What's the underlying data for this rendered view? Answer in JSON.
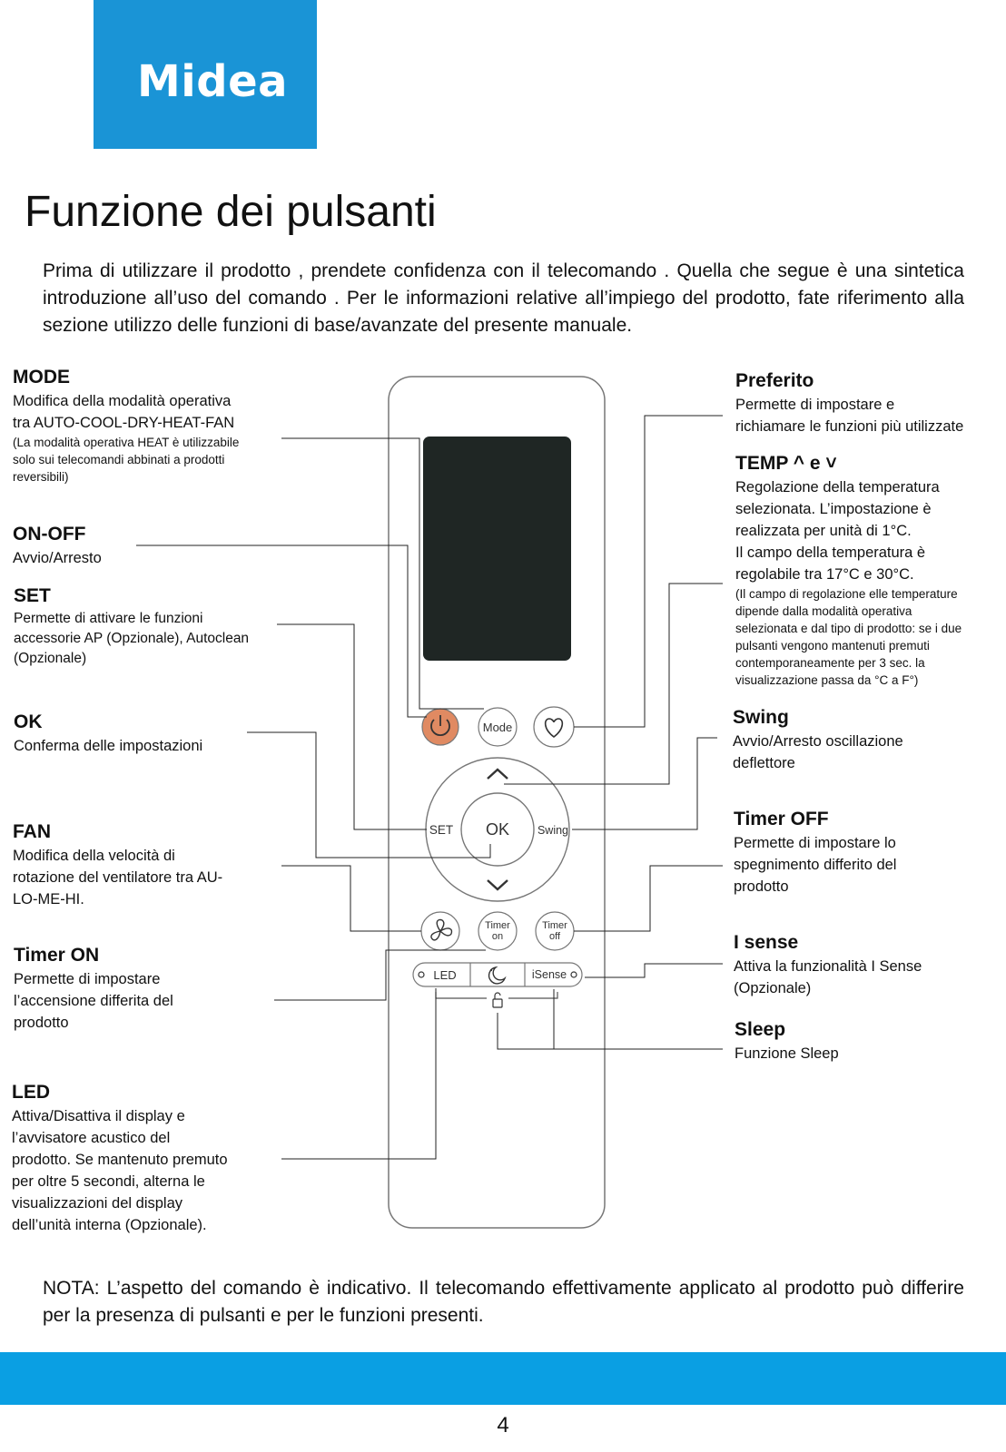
{
  "brand": {
    "logo_text": "Midea",
    "logo_bg": "#1a94d6"
  },
  "title": "Funzione dei pulsanti",
  "intro": "Prima di utilizzare il prodotto , prendete confidenza con il telecomando . Quella che segue è una sintetica introduzione all’uso del comando . Per le informazioni relative all’impiego del prodotto,  fate riferimento alla sezione utilizzo delle funzioni di base/avanzate del presente manuale.",
  "left": {
    "mode": {
      "heading": "MODE",
      "line1": "Modifica della modalità operativa",
      "line2": "tra AUTO-COOL-DRY-HEAT-FAN",
      "note1": "(La modalità operativa HEAT è utilizzabile",
      "note2": "solo sui telecomandi abbinati a prodotti",
      "note3": "reversibili)"
    },
    "onoff": {
      "heading": "ON-OFF",
      "line1": "Avvio/Arresto"
    },
    "set": {
      "heading": "SET",
      "line1": "Permette di attivare le funzioni",
      "line2": "accessorie AP (Opzionale), Autoclean",
      "line3": "(Opzionale)"
    },
    "ok": {
      "heading": "OK",
      "line1": "Conferma delle impostazioni"
    },
    "fan": {
      "heading": "FAN",
      "line1": "Modifica della velocità di",
      "line2": "rotazione del ventilatore tra AU-",
      "line3": "LO-ME-HI."
    },
    "timeron": {
      "heading": "Timer ON",
      "line1": "Permette di impostare",
      "line2": "l’accensione differita del",
      "line3": "prodotto"
    },
    "led": {
      "heading": "LED",
      "line1": "Attiva/Disattiva il display e",
      "line2": "l’avvisatore acustico del",
      "line3": "prodotto. Se mantenuto premuto",
      "line4": "per oltre 5 secondi, alterna le",
      "line5": "visualizzazioni del display",
      "line6": "dell’unità interna (Opzionale)."
    }
  },
  "right": {
    "preferito": {
      "heading": "Preferito",
      "line1": "Permette di impostare e",
      "line2": "richiamare le funzioni più utilizzate"
    },
    "temp": {
      "heading": "TEMP ^ e ˅",
      "line1": "Regolazione della temperatura",
      "line2": "selezionata. L’impostazione è",
      "line3": "realizzata per unità di 1°C.",
      "line4": "Il campo della temperatura è",
      "line5": "regolabile tra 17°C e 30°C.",
      "note1": "(Il campo di regolazione elle temperature",
      "note2": "dipende dalla modalità operativa",
      "note3": "selezionata e dal tipo di prodotto: se i due",
      "note4": "pulsanti vengono mantenuti premuti",
      "note5": "contemporaneamente per 3 sec. la",
      "note6": "visualizzazione passa da °C  a F°)"
    },
    "swing": {
      "heading": "Swing",
      "line1": "Avvio/Arresto oscillazione",
      "line2": "deflettore"
    },
    "timeroff": {
      "heading": "Timer OFF",
      "line1": "Permette di impostare lo",
      "line2": "spegnimento differito del",
      "line3": "prodotto"
    },
    "isense": {
      "heading": "I sense",
      "line1": "Attiva la funzionalità I Sense",
      "line2": "(Opzionale)"
    },
    "sleep": {
      "heading": "Sleep",
      "line1": "Funzione Sleep"
    }
  },
  "remote": {
    "mode_label": "Mode",
    "set_label": "SET",
    "ok_label": "OK",
    "swing_label": "Swing",
    "timer_on_1": "Timer",
    "timer_on_2": "on",
    "timer_off_1": "Timer",
    "timer_off_2": "off",
    "led_label": "LED",
    "isense_label": "iSense",
    "power_color": "#e08a62",
    "screen_color": "#1f2624"
  },
  "note": "NOTA: L’aspetto del comando è indicativo. Il telecomando effettivamente applicato al prodotto può differire per la presenza di pulsanti e per le funzioni presenti.",
  "footer": {
    "band_color": "#0a9fe3",
    "page_number": "4"
  }
}
